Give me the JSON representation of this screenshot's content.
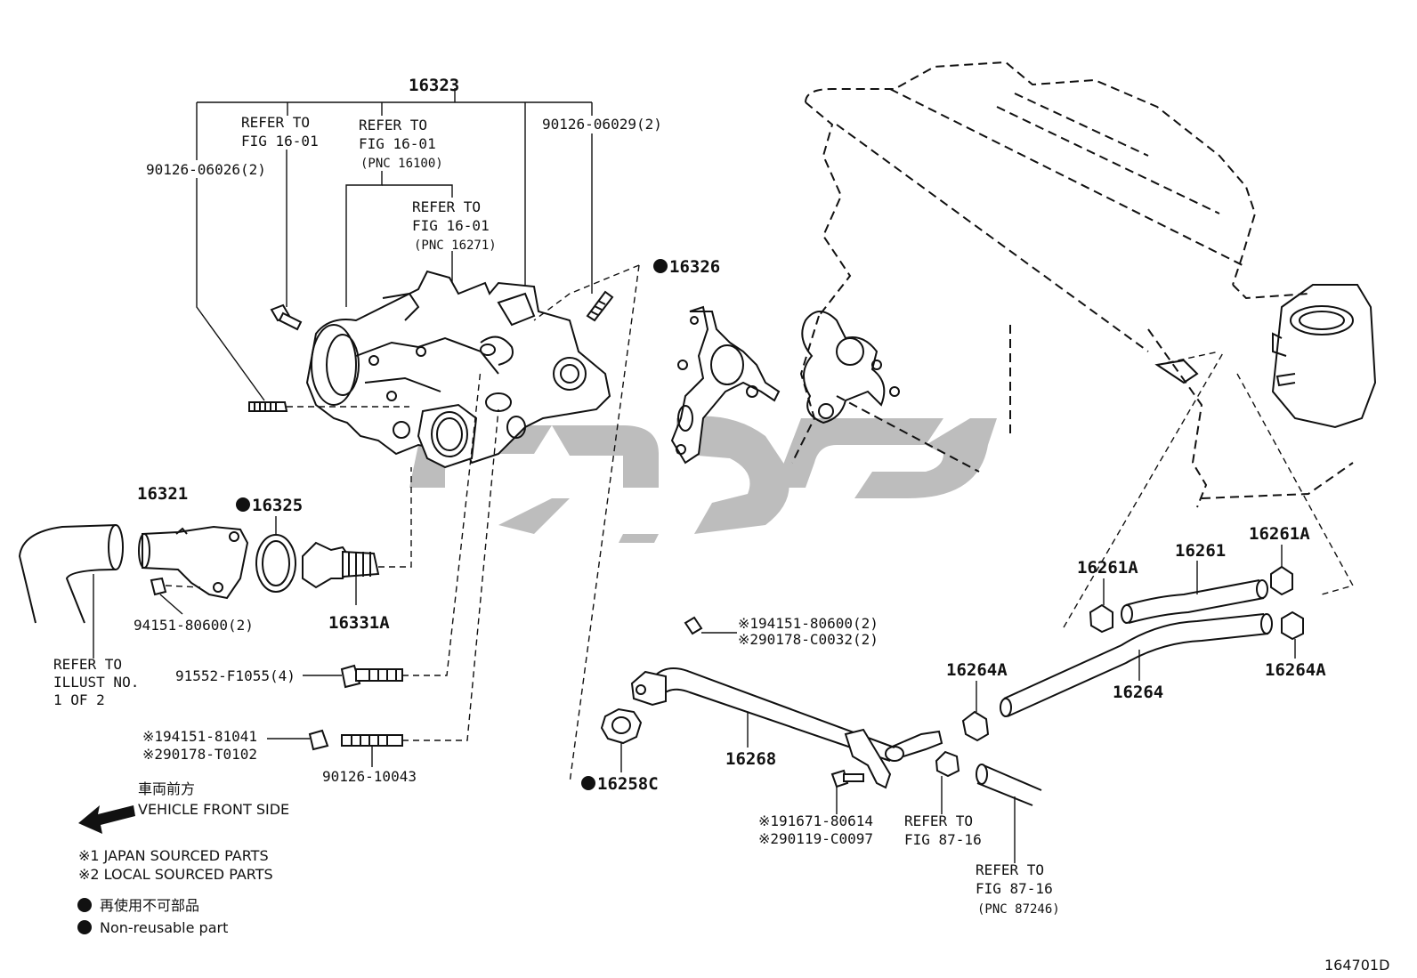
{
  "labels": {
    "top_assembly": "16323",
    "ref_left_1": "REFER TO",
    "ref_left_2": "FIG 16-01",
    "ref_mid_1": "REFER TO",
    "ref_mid_2": "FIG 16-01",
    "ref_mid_3": "(PNC 16100)",
    "ref_lower_1": "REFER TO",
    "ref_lower_2": "FIG 16-01",
    "ref_lower_3": "(PNC 16271)",
    "stud_left": "90126-06026(2)",
    "stud_right": "90126-06029(2)",
    "gasket_top": "16326",
    "outlet": "16321",
    "gasket_ring": "16325",
    "thermostat": "16331A",
    "nut_small": "94151-80600(2)",
    "bolt": "91552-F1055(4)",
    "nut_j": "※194151-81041",
    "nut_l": "※290178-T0102",
    "stud_bottom": "90126-10043",
    "hose_ref_1": "REFER TO",
    "hose_ref_2": "ILLUST NO.",
    "hose_ref_3": "1 OF 2",
    "pipe_nut_j": "※194151-80600(2)",
    "pipe_nut_l": "※290178-C0032(2)",
    "pipe_gasket": "16258C",
    "pipe": "16268",
    "bolt2_j": "※191671-80614",
    "bolt2_l": "※290119-C0097",
    "fig87_a_1": "REFER TO",
    "fig87_a_2": "FIG 87-16",
    "fig87_b_1": "REFER TO",
    "fig87_b_2": "FIG 87-16",
    "fig87_b_3": "(PNC 87246)",
    "clamp_left": "16261A",
    "hose_upper": "16261",
    "clamp_right": "16261A",
    "clamp_lower_left": "16264A",
    "hose_lower": "16264",
    "clamp_lower_right": "16264A"
  },
  "legend": {
    "front_jp": "車両前方",
    "front_en": "VEHICLE FRONT SIDE",
    "japan": "※1 JAPAN SOURCED PARTS",
    "local": "※2 LOCAL SOURCED PARTS",
    "nonreuse_jp": "再使用不可部品",
    "nonreuse_en": "Non-reusable part"
  },
  "figure_id": "164701D",
  "colors": {
    "ink": "#111111",
    "watermark": "#bdbdbd"
  }
}
